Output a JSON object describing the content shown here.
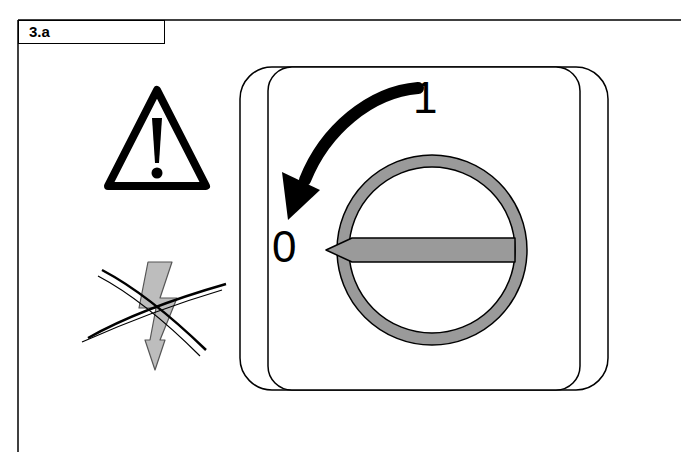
{
  "diagram": {
    "nodes": [
      {
        "text": [
          "3.a"
        ]
      }
    ],
    "labels": [
      "1",
      "0"
    ]
  }
}
